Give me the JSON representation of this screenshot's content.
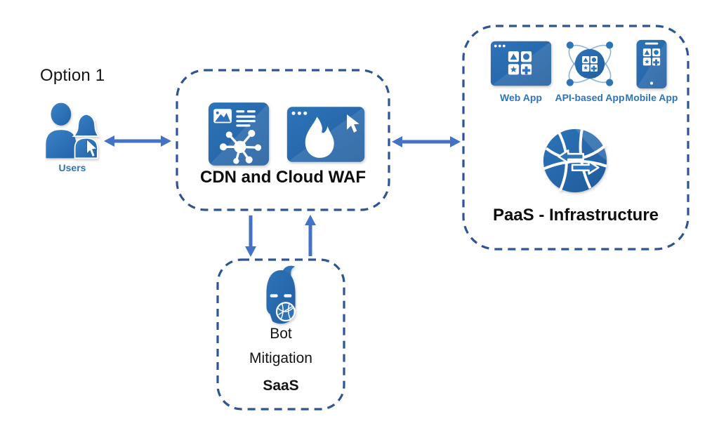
{
  "option_label": "Option 1",
  "users": {
    "label": "Users",
    "icon": "users-icon"
  },
  "cdn_box": {
    "title": "CDN and Cloud WAF",
    "icons": [
      "cdn-content-delivery-icon",
      "waf-firewall-browser-icon"
    ]
  },
  "paas_box": {
    "title": "PaaS - Infrastructure",
    "apps": [
      {
        "label": "Web App",
        "icon": "web-app-icon"
      },
      {
        "label": "API-based App",
        "icon": "api-based-app-icon"
      },
      {
        "label": "Mobile App",
        "icon": "mobile-app-icon"
      }
    ],
    "network_icon": "globe-network-icon"
  },
  "saas_box": {
    "title_lines": [
      "Bot",
      "Mitigation"
    ],
    "subtitle": "SaaS",
    "icon": "bot-knight-helmet-icon"
  },
  "arrows": {
    "users_cdn": "bidirectional",
    "cdn_paas": "bidirectional",
    "cdn_to_saas": "down",
    "saas_to_cdn": "up"
  },
  "colors": {
    "arrow_blue": "#4472C4",
    "dashed_border_blue": "#2F5496",
    "icon_blue": "#2D74BA",
    "label_blue": "#2E75B6",
    "title_text": "#0D0D0D"
  }
}
